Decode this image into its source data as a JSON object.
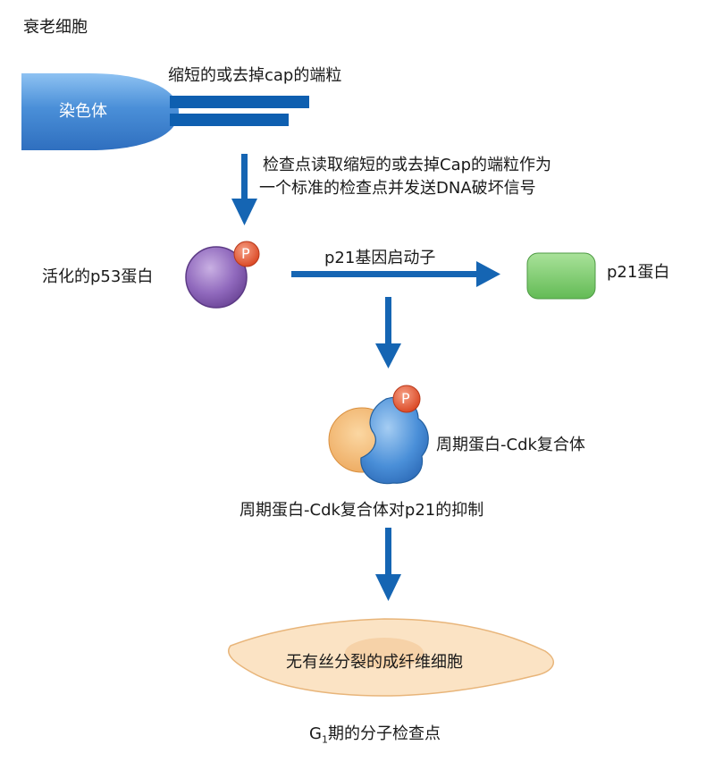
{
  "title": "衰老细胞",
  "chromosome": {
    "label": "染色体",
    "telomere_label": "缩短的或去掉cap的端粒"
  },
  "step1": {
    "line1": "检查点读取缩短的或去掉Cap的端粒作为",
    "line2": "一个标准的检查点并发送DNA破坏信号"
  },
  "p53": {
    "label": "活化的p53蛋白",
    "phospho_badge": "P"
  },
  "promoter_label": "p21基因启动子",
  "p21_label": "p21蛋白",
  "cyclin_cdk": {
    "label": "周期蛋白-Cdk复合体",
    "phospho_badge": "P"
  },
  "inhibition_label": "周期蛋白-Cdk复合体对p21的抑制",
  "cell_label": "无有丝分裂的成纤维细胞",
  "checkpoint": {
    "prefix": "G",
    "subscript": "1",
    "suffix": "期的分子检查点"
  },
  "colors": {
    "arrow": "#1565b3",
    "telomere": "#0e5fb0",
    "chromosome": "#3f8ad6",
    "p53": "#8a5db3",
    "phospho": "#e2502e",
    "p21": "#7ccd6a",
    "cyclin": "#f0b36a",
    "cdk": "#3b82cc",
    "cell": "#fbe0bc"
  }
}
